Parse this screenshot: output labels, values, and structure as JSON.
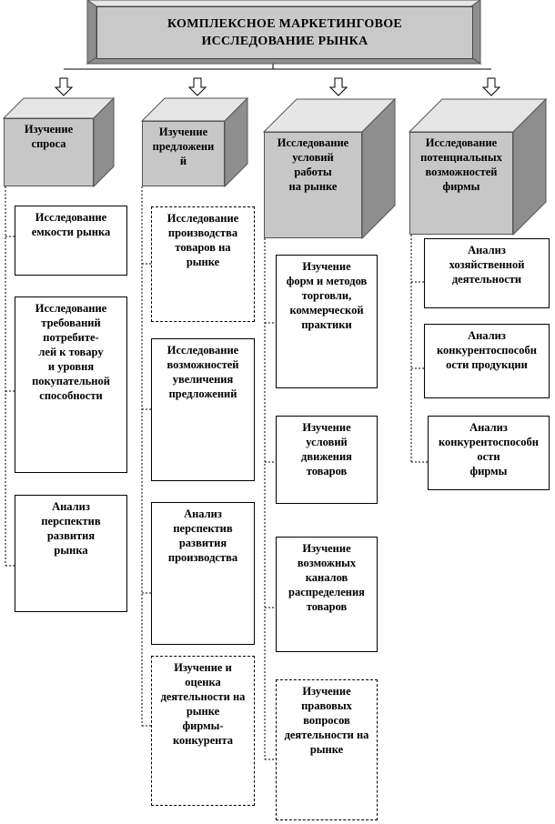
{
  "title": {
    "line1": "КОМПЛЕКСНОЕ  МАРКЕТИНГОВОЕ",
    "line2": "ИССЛЕДОВАНИЕ  РЫНКА"
  },
  "columns": [
    {
      "heading": [
        "Изучение",
        "спроса"
      ],
      "items": [
        [
          "Исследование",
          "емкости рынка"
        ],
        [
          "Исследование",
          "требований",
          "потребите-",
          "лей к товару",
          "и уровня",
          "покупательной",
          "способности"
        ],
        [
          "Анализ",
          "перспектив",
          "развития",
          "рынка"
        ]
      ]
    },
    {
      "heading": [
        "Изучение",
        "предложени",
        "й"
      ],
      "items": [
        [
          "Исследование",
          "производства",
          "товаров на",
          "рынке"
        ],
        [
          "Исследование",
          "возможностей",
          "увеличения",
          "предложений"
        ],
        [
          "Анализ",
          "перспектив",
          "развития",
          "производства"
        ],
        [
          "Изучение и",
          "оценка",
          "деятельности на",
          "рынке",
          "фирмы-",
          "конкурента"
        ]
      ]
    },
    {
      "heading": [
        "Исследование",
        "условий",
        "работы",
        "на рынке"
      ],
      "items": [
        [
          "Изучение",
          "форм  и методов",
          "торговли,",
          "коммерческой",
          "практики"
        ],
        [
          "Изучение",
          "условий",
          "движения",
          "товаров"
        ],
        [
          "Изучение",
          "возможных",
          "каналов",
          "распределения",
          "товаров"
        ],
        [
          "Изучение",
          "правовых",
          "вопросов",
          "деятельности на",
          "рынке"
        ]
      ]
    },
    {
      "heading": [
        "Исследование",
        "потенциальных",
        "возможностей",
        "фирмы"
      ],
      "items": [
        [
          "Анализ",
          "хозяйственной",
          "деятельности"
        ],
        [
          "Анализ",
          "конкурентоспособн",
          "ости продукции"
        ],
        [
          "Анализ",
          "конкурентоспособн",
          "ости",
          "фирмы"
        ]
      ]
    }
  ]
}
